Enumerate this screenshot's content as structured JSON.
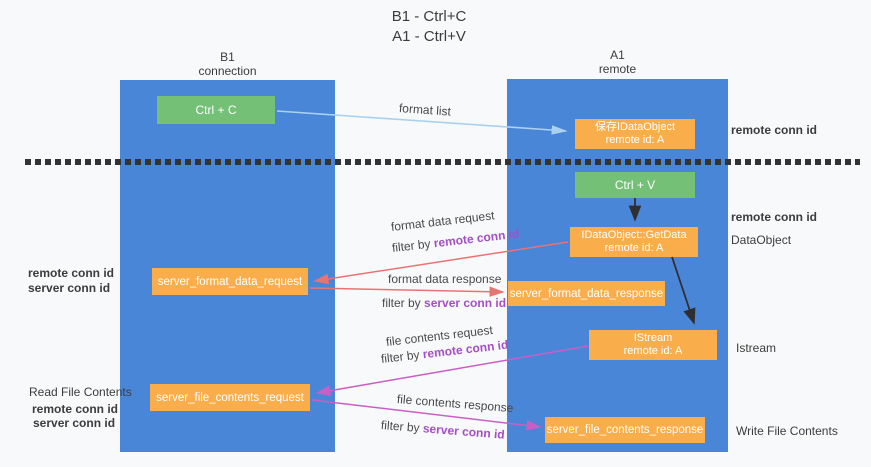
{
  "title": {
    "line1": "B1 - Ctrl+C",
    "line2": "A1 - Ctrl+V"
  },
  "lanes": {
    "left": {
      "title": "B1",
      "subtitle": "connection"
    },
    "right": {
      "title": "A1",
      "subtitle": "remote"
    }
  },
  "nodes": {
    "ctrl_c": {
      "label": "Ctrl + C"
    },
    "ctrl_v": {
      "label": "Ctrl + V"
    },
    "save_idataobject": {
      "line1": "保存IDataObject",
      "line2": "remote id: A"
    },
    "idataobject_getdata": {
      "line1": "IDataObject::GetData",
      "line2": "remote id: A"
    },
    "istream": {
      "line1": "IStream",
      "line2": "remote id: A"
    },
    "server_format_data_request": {
      "label": "server_format_data_request"
    },
    "server_format_data_response": {
      "label": "server_format_data_response"
    },
    "server_file_contents_request": {
      "label": "server_file_contents_request"
    },
    "server_file_contents_response": {
      "label": "server_file_contents_response"
    }
  },
  "edge_labels": {
    "format_list": "format list",
    "format_data_request": "format data request",
    "format_data_response": "format data response",
    "file_contents_request": "file contents request",
    "file_contents_response": "file contents response",
    "filter_by": "filter by ",
    "remote_conn_id": "remote conn id",
    "server_conn_id": "server conn id"
  },
  "side_labels": {
    "right_top_remote_conn_id": "remote conn id",
    "right_mid_remote_conn_id": "remote conn id",
    "dataobject": "DataObject",
    "istream": "Istream",
    "write_file_contents": "Write File Contents",
    "left_remote_conn_id": "remote conn id",
    "left_server_conn_id": "server conn id",
    "read_file_contents": "Read File Contents",
    "left_bottom_remote_conn_id": "remote conn id",
    "left_bottom_server_conn_id": "server conn id"
  },
  "colors": {
    "lane_blue": "#4a86d8",
    "box_green": "#74c077",
    "box_orange": "#f9ae4b",
    "arrow_lightblue": "#a9d2f1",
    "arrow_red": "#e97373",
    "arrow_magenta": "#c95fc5",
    "arrow_black": "#2f2f2f",
    "text_purple": "#a44fc6",
    "text_green": "#5fbf63",
    "background": "#f8f9fa"
  }
}
